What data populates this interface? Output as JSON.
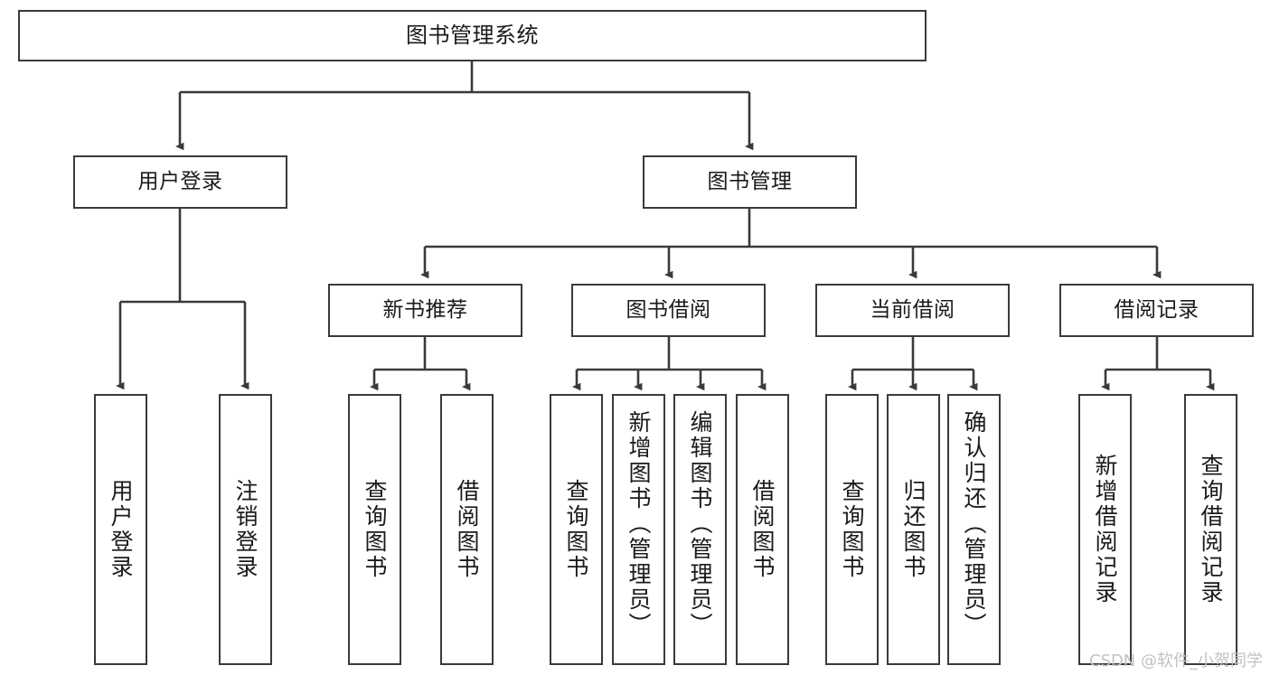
{
  "diagram": {
    "type": "tree-hierarchy",
    "title": "图书管理系统",
    "watermark": "CSDN @软件_小贺同学",
    "colors": {
      "box_border": "#3a3a3a",
      "box_fill": "#ffffff",
      "edge": "#3a3a3a",
      "text": "#1a1a1a",
      "watermark": "#c2c2c2"
    },
    "root": {
      "label": "图书管理系统"
    },
    "level2": [
      {
        "label": "用户登录"
      },
      {
        "label": "图书管理"
      }
    ],
    "level3": [
      {
        "label": "新书推荐"
      },
      {
        "label": "图书借阅"
      },
      {
        "label": "当前借阅"
      },
      {
        "label": "借阅记录"
      }
    ],
    "leaves": {
      "user_login": [
        {
          "label": "用户登录"
        },
        {
          "label": "注销登录"
        }
      ],
      "new_book": [
        {
          "label": "查询图书"
        },
        {
          "label": "借阅图书"
        }
      ],
      "book_borrow": [
        {
          "label": "查询图书"
        },
        {
          "label": "新增图书（管理员）"
        },
        {
          "label": "编辑图书（管理员）"
        },
        {
          "label": "借阅图书"
        }
      ],
      "current_borrow": [
        {
          "label": "查询图书"
        },
        {
          "label": "归还图书"
        },
        {
          "label": "确认归还（管理员）"
        }
      ],
      "borrow_record": [
        {
          "label": "新增借阅记录"
        },
        {
          "label": "查询借阅记录"
        }
      ]
    }
  }
}
